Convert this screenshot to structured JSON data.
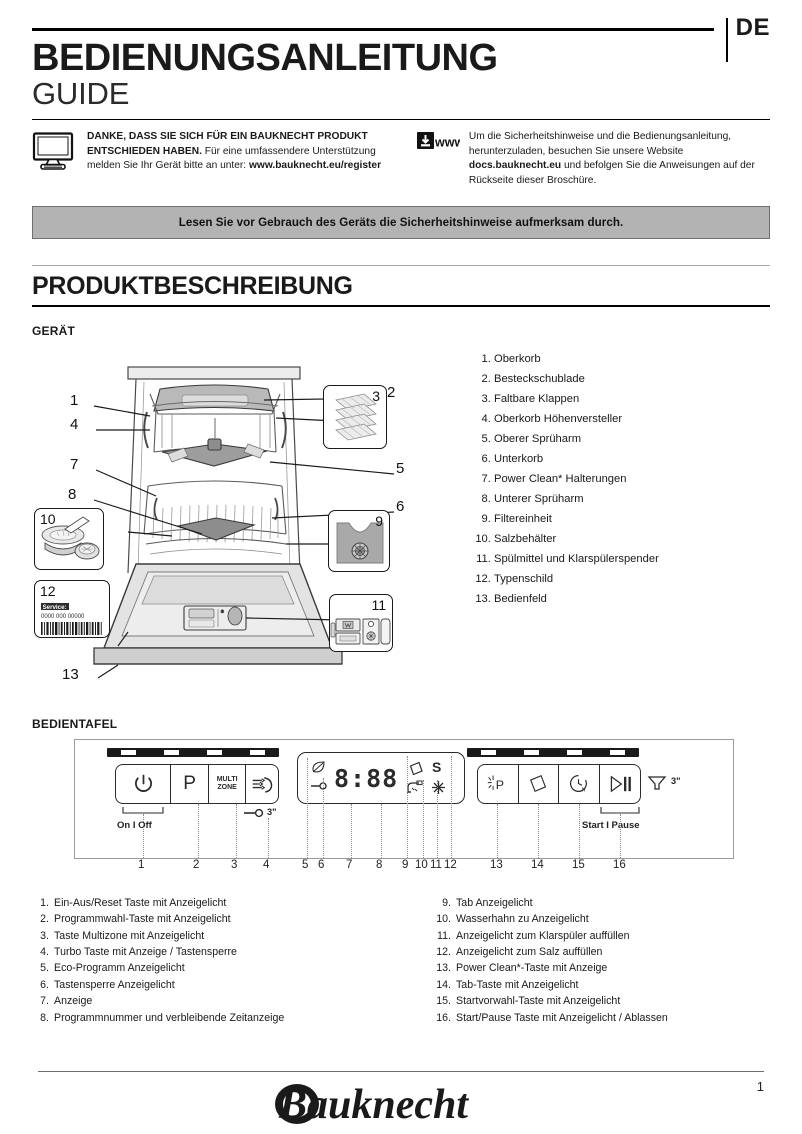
{
  "header": {
    "language_tag": "DE",
    "title_main": "BEDIENUNGSANLEITUNG",
    "title_sub": "GUIDE"
  },
  "info": {
    "left": {
      "icon": "monitor-icon",
      "bold_lead": "DANKE, DASS SIE SICH FÜR EIN BAUKNECHT PRODUKT ENTSCHIEDEN HABEN.",
      "text_mid": " Für eine umfassendere Unterstützung melden Sie Ihr Gerät bitte an unter: ",
      "link": "www.bauknecht.eu/register"
    },
    "right": {
      "icon": "download-www-icon",
      "icon_label": "www",
      "text_a": "Um die Sicherheitshinweise und die Bedienungsanleitung, herunterzuladen, besuchen Sie unsere Website ",
      "link": "docs.bauknecht.eu",
      "text_b": " und befolgen Sie die Anweisungen auf der Rückseite dieser Broschüre."
    }
  },
  "safety_banner": {
    "text": "Lesen Sie vor Gebrauch des Geräts die Sicherheitshinweise  aufmerksam durch."
  },
  "section": {
    "title": "PRODUKTBESCHREIBUNG",
    "device_heading": "GERÄT",
    "panel_heading": "BEDIENTAFEL"
  },
  "device_parts": [
    {
      "n": "1.",
      "label": "Oberkorb"
    },
    {
      "n": "2.",
      "label": "Besteckschublade"
    },
    {
      "n": "3.",
      "label": "Faltbare Klappen"
    },
    {
      "n": "4.",
      "label": "Oberkorb Höhenversteller"
    },
    {
      "n": "5.",
      "label": "Oberer Sprüharm"
    },
    {
      "n": "6.",
      "label": "Unterkorb"
    },
    {
      "n": "7.",
      "label": "Power Clean* Halterungen"
    },
    {
      "n": "8.",
      "label": "Unterer Sprüharm"
    },
    {
      "n": "9.",
      "label": "Filtereinheit"
    },
    {
      "n": "10.",
      "label": "Salzbehälter"
    },
    {
      "n": "11.",
      "label": "Spülmittel und Klarspülerspender"
    },
    {
      "n": "12.",
      "label": "Typenschild"
    },
    {
      "n": "13.",
      "label": "Bedienfeld"
    }
  ],
  "diagram_callouts": [
    "1",
    "2",
    "3",
    "4",
    "5",
    "6",
    "7",
    "8",
    "9",
    "10",
    "11",
    "12",
    "13"
  ],
  "rating_plate": {
    "service_label": "Service:",
    "service_number": "0000 000 00000"
  },
  "control_panel": {
    "keys_left": [
      {
        "name": "power-key",
        "glyph": "⏻",
        "label": ""
      },
      {
        "name": "program-key",
        "glyph": "P",
        "label": ""
      },
      {
        "name": "multizone-key",
        "glyph": "",
        "label_line1": "MULTI",
        "label_line2": "ZONE"
      },
      {
        "name": "turbo-key",
        "glyph": "",
        "label": ""
      }
    ],
    "keys_right": [
      {
        "name": "power-clean-key",
        "glyph": "P"
      },
      {
        "name": "tab-key",
        "glyph": ""
      },
      {
        "name": "delay-start-key",
        "glyph": ""
      },
      {
        "name": "start-pause-key",
        "glyph": "▷II"
      }
    ],
    "display_digits": "8:88",
    "on_off_label": "On I Off",
    "lock_label": "3\"",
    "start_pause_label": "Start I Pause",
    "drain_label": "3\"",
    "tick_numbers": [
      "1",
      "2",
      "3",
      "4",
      "5",
      "6",
      "7",
      "8",
      "9",
      "10",
      "11",
      "12",
      "13",
      "14",
      "15",
      "16"
    ]
  },
  "panel_legend_left": [
    {
      "n": "1.",
      "label": "Ein-Aus/Reset Taste mit Anzeigelicht"
    },
    {
      "n": "2.",
      "label": "Programmwahl-Taste mit Anzeigelicht"
    },
    {
      "n": "3.",
      "label": "Taste Multizone mit Anzeigelicht"
    },
    {
      "n": "4.",
      "label": "Turbo Taste mit Anzeige / Tastensperre"
    },
    {
      "n": "5.",
      "label": "Eco-Programm Anzeigelicht"
    },
    {
      "n": "6.",
      "label": "Tastensperre Anzeigelicht"
    },
    {
      "n": "7.",
      "label": "Anzeige"
    },
    {
      "n": "8.",
      "label": "Programmnummer und verbleibende Zeitanzeige"
    }
  ],
  "panel_legend_right": [
    {
      "n": "9.",
      "label": "Tab Anzeigelicht"
    },
    {
      "n": "10.",
      "label": "Wasserhahn zu Anzeigelicht"
    },
    {
      "n": "11.",
      "label": "Anzeigelicht zum Klarspüler auffüllen"
    },
    {
      "n": "12.",
      "label": "Anzeigelicht zum Salz auffüllen"
    },
    {
      "n": "13.",
      "label": "Power Clean*-Taste mit Anzeige"
    },
    {
      "n": "14.",
      "label": "Tab-Taste mit Anzeigelicht"
    },
    {
      "n": "15.",
      "label": "Startvorwahl-Taste mit Anzeigelicht"
    },
    {
      "n": "16.",
      "label": "Start/Pause Taste mit Anzeigelicht / Ablassen"
    }
  ],
  "footer": {
    "brand": "Bauknecht",
    "page_number": "1"
  },
  "colors": {
    "banner_bg": "#b3b3b3",
    "text": "#1a1a1a",
    "rule": "#000000"
  }
}
